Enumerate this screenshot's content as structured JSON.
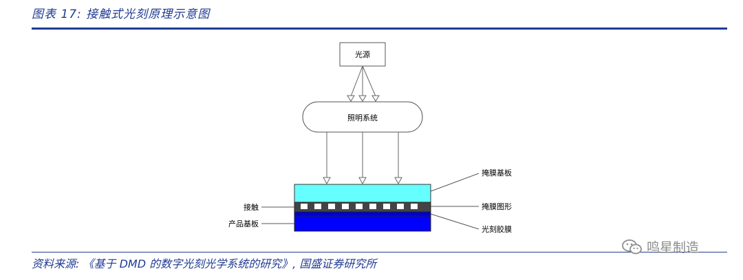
{
  "header": {
    "title": "图表 17:  接触式光刻原理示意图"
  },
  "diagram": {
    "light_source": "光源",
    "illumination": "照明系统",
    "mask_substrate": "掩膜基板",
    "mask_pattern": "掩膜图形",
    "contact": "接触",
    "product_substrate": "产品基板",
    "photoresist": "光刻胶膜",
    "colors": {
      "mask_substrate": "#66ffff",
      "mask_pattern": "#444444",
      "photoresist": "#0000ff",
      "accent": "#1f3a93"
    }
  },
  "footer": {
    "source": "资料来源:  《基于 DMD 的数字光刻光学系统的研究》,  国盛证券研究所"
  },
  "watermark": {
    "icon": "wechat-icon",
    "text": "鸣星制造"
  }
}
